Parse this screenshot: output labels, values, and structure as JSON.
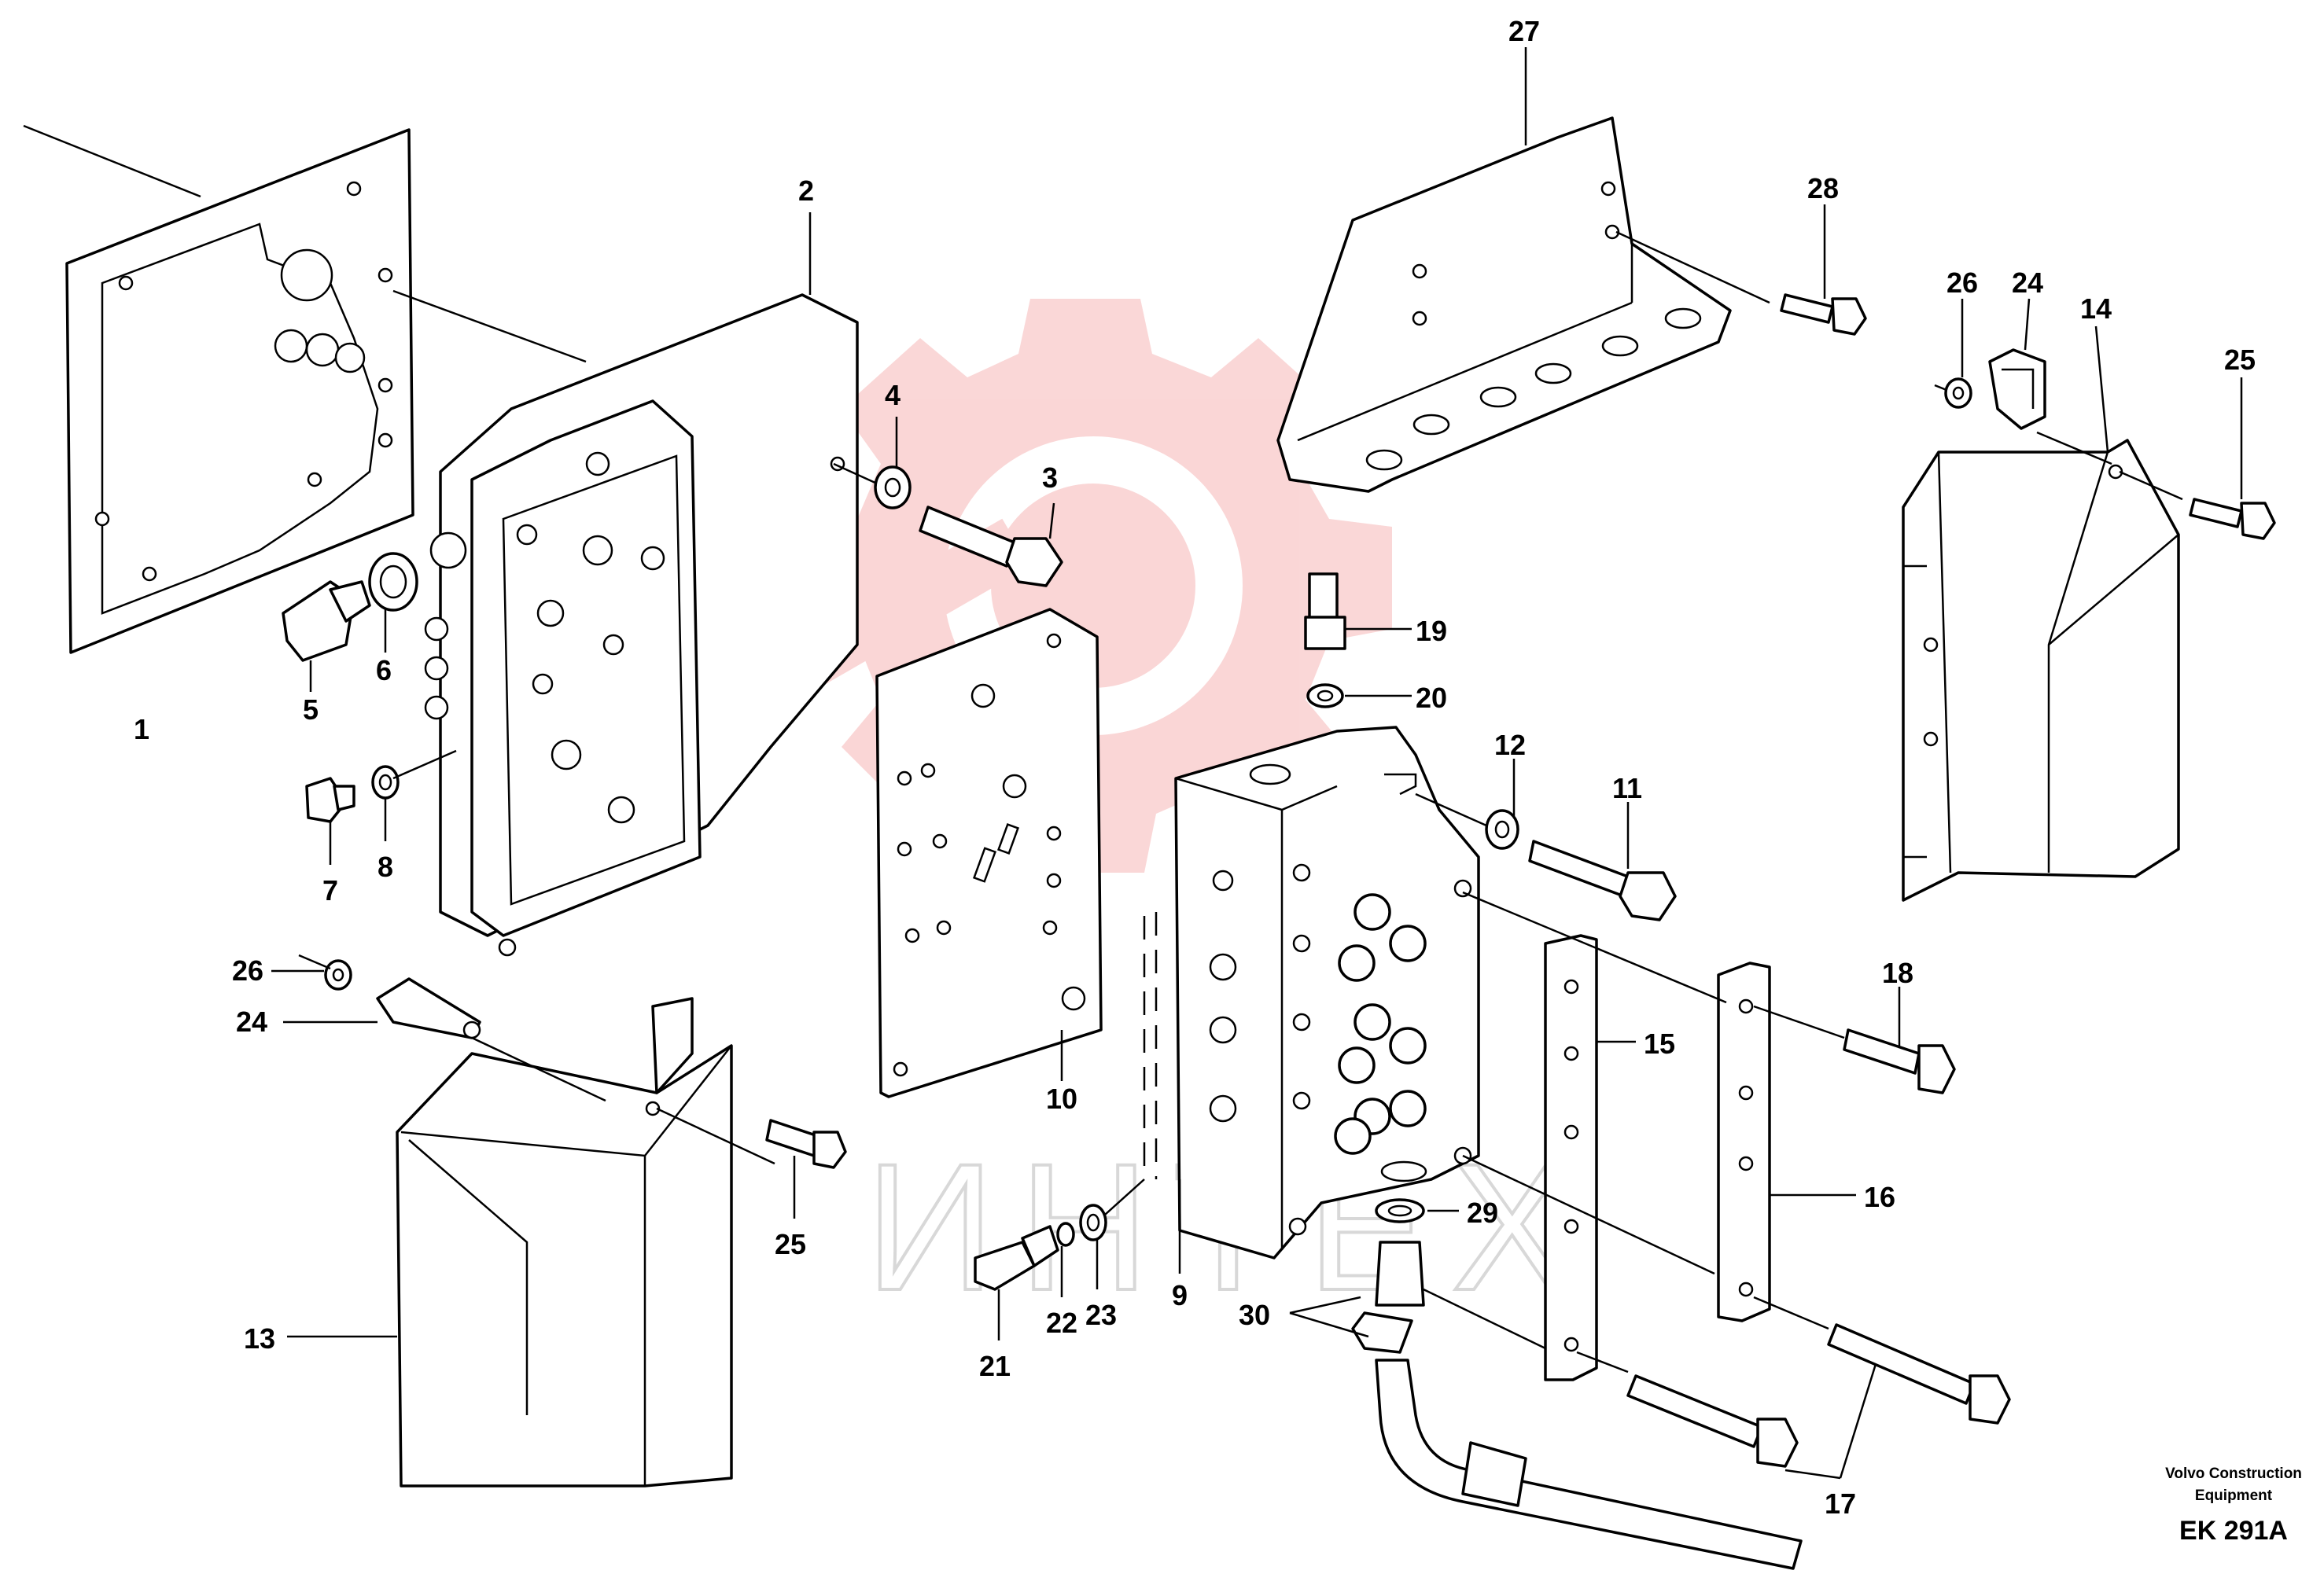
{
  "diagram": {
    "callouts": [
      "1",
      "2",
      "3",
      "4",
      "5",
      "6",
      "7",
      "8",
      "9",
      "10",
      "11",
      "12",
      "13",
      "14",
      "15",
      "16",
      "17",
      "18",
      "19",
      "20",
      "21",
      "22",
      "23",
      "24",
      "25",
      "26",
      "27",
      "28",
      "29",
      "30"
    ],
    "callouts_repeated": {
      "24": "24",
      "25": "25",
      "26": "26"
    }
  },
  "watermark": {
    "text": "ИНТЕХ",
    "logo": "gear-watermark",
    "color": "#f5a0a0"
  },
  "footer": {
    "line1": "Volvo Construction",
    "line2": "Equipment",
    "code": "EK 291A"
  }
}
